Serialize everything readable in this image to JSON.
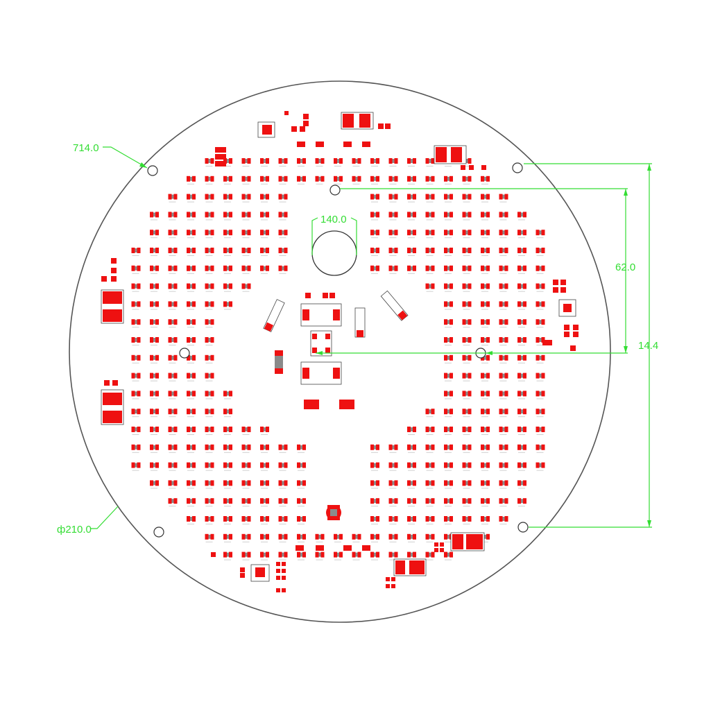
{
  "colors": {
    "board_outline": "#555555",
    "pad": "#ee1111",
    "pad_body": "#8c8c8c",
    "dimension": "#33dd33",
    "background": "#ffffff"
  },
  "dimensions": {
    "top_left": "714.0",
    "bottom_left": "ф210.0",
    "center_hole": "140.0",
    "right_inner": "62.0",
    "right_outer": "14.4"
  }
}
